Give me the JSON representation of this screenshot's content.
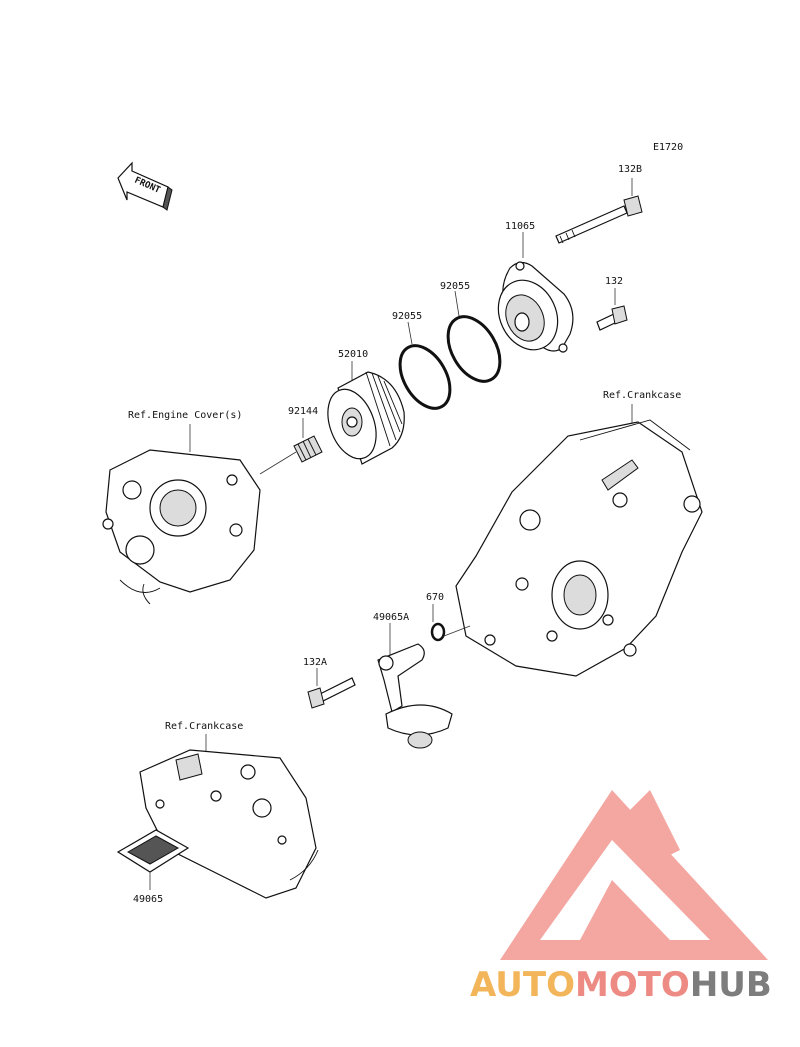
{
  "diagram_code": "E1720",
  "front_label": "FRONT",
  "parts": {
    "bolt_132B": "132B",
    "cover_11065": "11065",
    "bolt_132": "132",
    "oring_92055_a": "92055",
    "oring_92055_b": "92055",
    "filter_52010": "52010",
    "spring_92144": "92144",
    "oring_670": "670",
    "strainer_49065A": "49065A",
    "bolt_132A": "132A",
    "screen_49065": "49065"
  },
  "references": {
    "engine_cover": "Ref.Engine Cover(s)",
    "crankcase_right": "Ref.Crankcase",
    "crankcase_bottom": "Ref.Crankcase"
  },
  "watermark": {
    "part1": "AUTO",
    "part2": "MOTO",
    "part3": "HUB",
    "color_orange": "#f2b55a",
    "color_red": "#ee8a84",
    "color_gray": "#7d7d7d"
  }
}
